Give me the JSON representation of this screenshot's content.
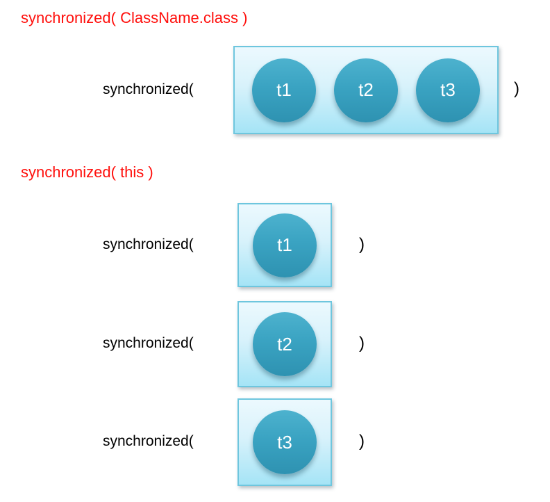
{
  "colors": {
    "heading_red": "#ff0f0c",
    "label_black": "#000000",
    "box_border": "#6ec6de",
    "box_fill_top": "#ecf9fe",
    "box_fill_bottom": "#a5e4f6",
    "circle_top": "#4db2ce",
    "circle_bottom": "#2e92b1",
    "circle_text": "#ffffff"
  },
  "sections": [
    {
      "heading": "synchronized( ClassName.class )",
      "rows": [
        {
          "label": "synchronized(",
          "close_paren": ")",
          "threads": [
            "t1",
            "t2",
            "t3"
          ]
        }
      ]
    },
    {
      "heading": "synchronized( this )",
      "rows": [
        {
          "label": "synchronized(",
          "close_paren": ")",
          "threads": [
            "t1"
          ]
        },
        {
          "label": "synchronized(",
          "close_paren": ")",
          "threads": [
            "t2"
          ]
        },
        {
          "label": "synchronized(",
          "close_paren": ")",
          "threads": [
            "t3"
          ]
        }
      ]
    }
  ]
}
